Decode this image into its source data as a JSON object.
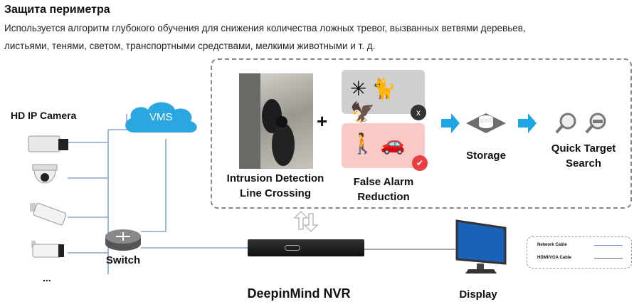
{
  "header": {
    "title": "Защита периметра",
    "line1": "Используется алгоритм глубокого обучения для снижения количества ложных тревог, вызванных ветвями деревьев,",
    "line2": "листьями, тенями, светом, транспортными средствами, мелкими животными и т. д."
  },
  "diagram": {
    "camera_label": "HD IP Camera",
    "ellipsis": "...",
    "vms": "VMS",
    "switch": "Switch",
    "nvr": "DeepinMind NVR",
    "display": "Display",
    "intrusion": [
      "Intrusion Detection",
      "Line Crossing"
    ],
    "plus": "+",
    "false_alarm": [
      "False Alarm",
      "Reduction"
    ],
    "reject_badge": "x",
    "accept_badge": "✔",
    "storage": "Storage",
    "quick_search": [
      "Quick Target",
      "Search"
    ],
    "legend": {
      "network": "Network Cable",
      "hdmi": "HDMI/VGA Cable"
    },
    "colors": {
      "network": "#6f93c8",
      "hdmi": "#666666",
      "arrow": "#1ea7e4",
      "reject": "#333333",
      "accept": "#e84040"
    }
  }
}
